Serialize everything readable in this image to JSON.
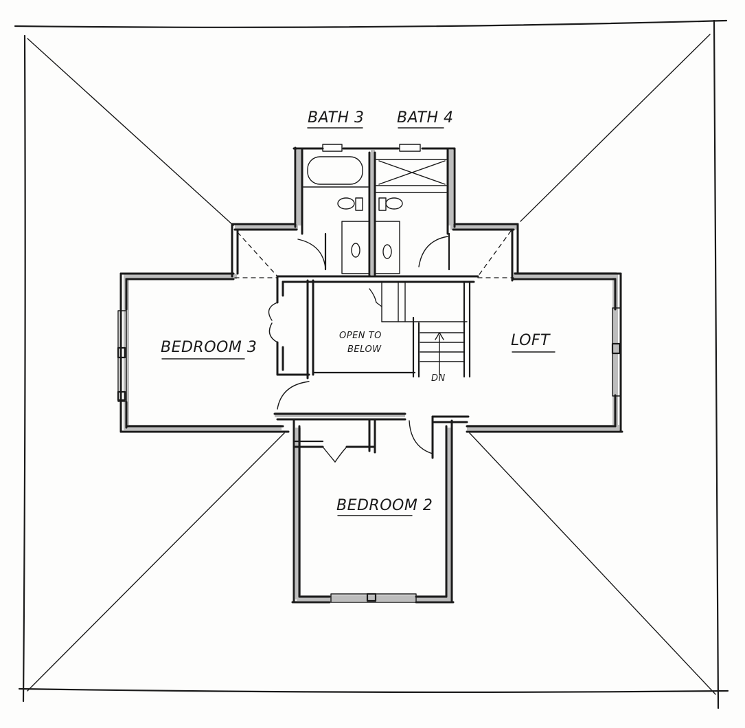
{
  "rooms": {
    "bath3": "BATH 3",
    "bath4": "BATH 4",
    "bedroom3": "BEDROOM 3",
    "loft": "LOFT",
    "bedroom2": "BEDROOM 2"
  },
  "notes": {
    "open_line1": "OPEN TO",
    "open_line2": "BELOW",
    "stair_down": "DN"
  }
}
